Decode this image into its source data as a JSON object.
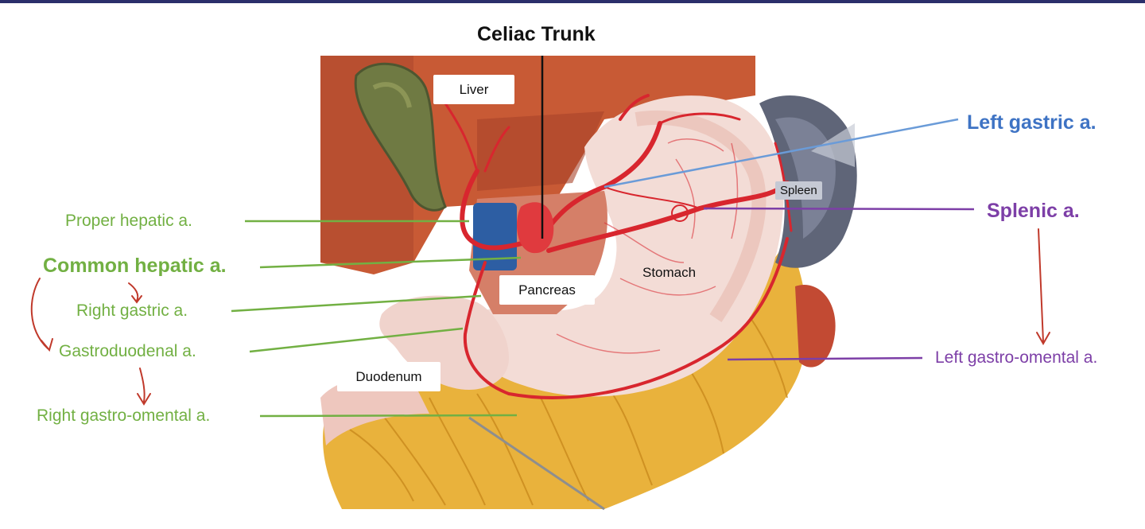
{
  "title": "Celiac Trunk",
  "organs": {
    "liver": "Liver",
    "spleen": "Spleen",
    "stomach": "Stomach",
    "pancreas": "Pancreas",
    "duodenum": "Duodenum"
  },
  "labels": {
    "left_gastric": "Left gastric a.",
    "splenic": "Splenic a.",
    "left_gastro_omental": "Left gastro-omental a.",
    "proper_hepatic": "Proper hepatic a.",
    "common_hepatic": "Common hepatic a.",
    "right_gastric": "Right gastric a.",
    "gastroduodenal": "Gastroduodenal a.",
    "right_gastro_omental": "Right gastro-omental a."
  },
  "colors": {
    "green": "#72b043",
    "blue": "#3e73c4",
    "purple": "#7d3fa7",
    "red_arrow": "#c0392b",
    "header_bar": "#2b2f6b"
  }
}
